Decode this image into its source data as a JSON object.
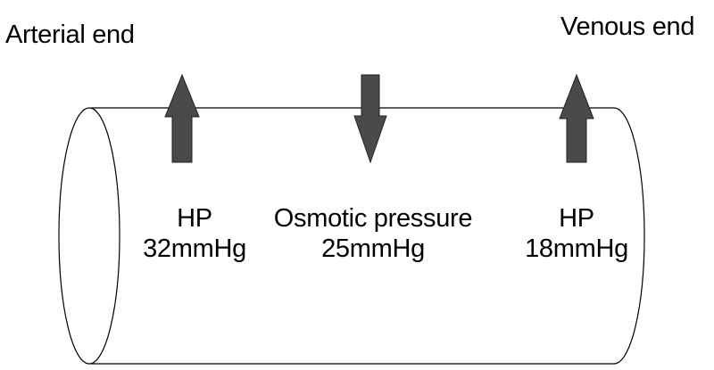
{
  "ends": {
    "arterial": "Arterial end",
    "venous": "Venous end"
  },
  "forces": [
    {
      "name": "HP",
      "value": "32mmHg",
      "direction": "up"
    },
    {
      "name": "Osmotic pressure",
      "value": "25mmHg",
      "direction": "down"
    },
    {
      "name": "HP",
      "value": "18mmHg",
      "direction": "up"
    }
  ],
  "colors": {
    "arrow_fill": "#4a4a4a",
    "line": "#000000",
    "background": "#ffffff"
  }
}
